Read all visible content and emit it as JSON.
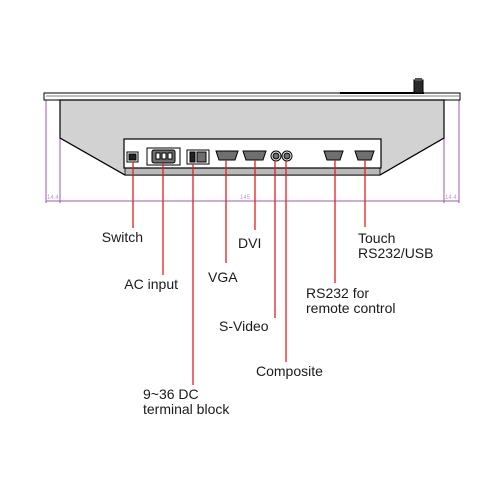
{
  "colors": {
    "body_outline": "#000000",
    "case_fill": "#d2d2d2",
    "case_bottom": "#b9b9b9",
    "dimension_line": "#9c5aa8",
    "leader_line": "#e02020",
    "port_fill": "#6f6f6f",
    "label_text": "#1a1a1a"
  },
  "dimension_marks": [
    "14.4",
    "145",
    "14.4"
  ],
  "labels": {
    "switch": "Switch",
    "ac_input": "AC input",
    "vga": "VGA",
    "dvi": "DVI",
    "s_video": "S-Video",
    "composite": "Composite",
    "dc_terminal": [
      "9~36 DC",
      "terminal block"
    ],
    "rs232_remote": [
      "RS232 for",
      "remote control"
    ],
    "touch": [
      "Touch",
      "RS232/USB"
    ]
  }
}
